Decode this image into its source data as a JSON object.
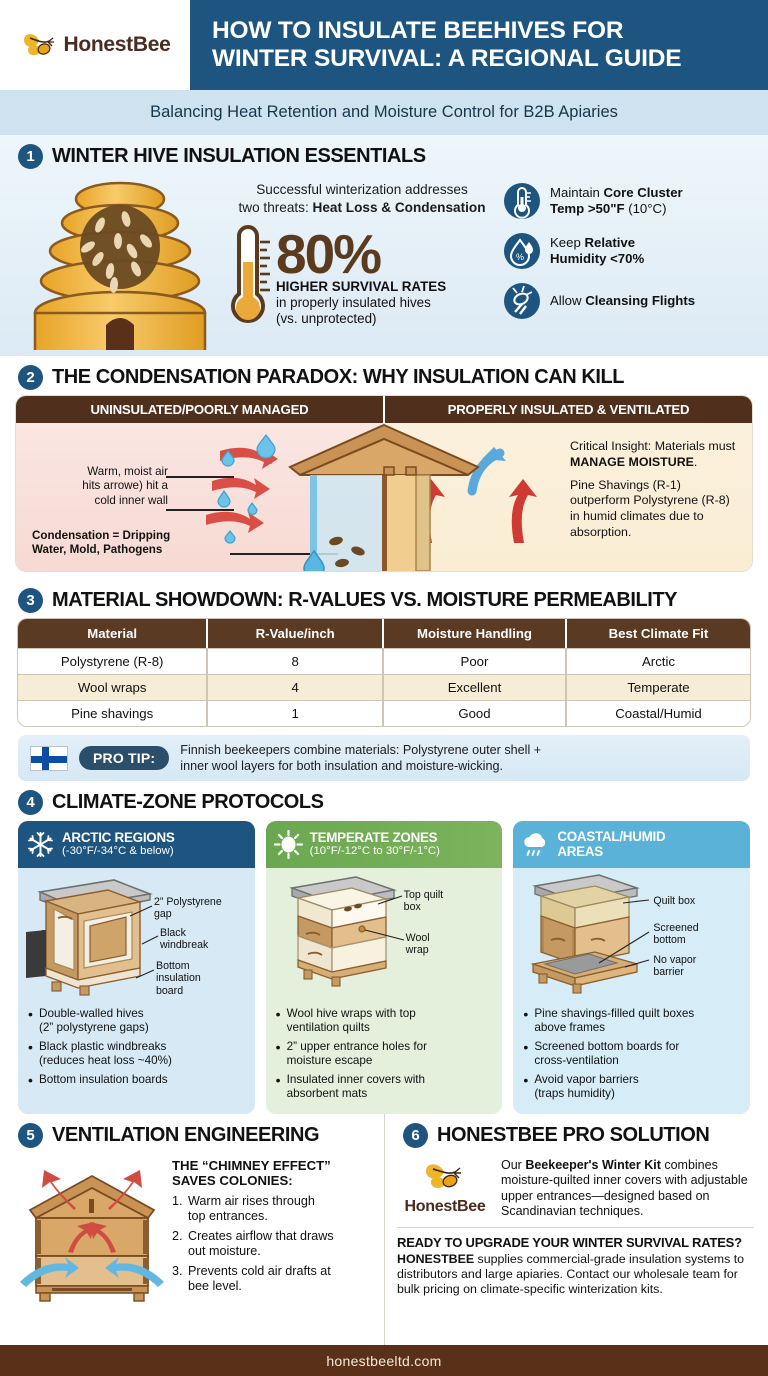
{
  "brand": {
    "name": "HonestBee",
    "logo_icon": "bee-logo-icon"
  },
  "header": {
    "title_line1": "HOW TO INSULATE BEEHIVES FOR",
    "title_line2": "WINTER SURVIVAL: A REGIONAL GUIDE",
    "subtitle": "Balancing Heat Retention and Moisture Control for B2B Apiaries",
    "bg_color": "#1d5580",
    "subtitle_bg": "#cfe2f0"
  },
  "section1": {
    "number": "1",
    "title": "WINTER HIVE INSULATION ESSENTIALS",
    "hive_icon": "bee-skep-hive-icon",
    "lead_plain": "Successful winterization addresses",
    "lead_plain2": "two threats: ",
    "lead_bold": "Heat Loss & Condensation",
    "thermometer_icon": "thermometer-icon",
    "stat_value": "80%",
    "stat_label": "HIGHER SURVIVAL RATES",
    "stat_sub_line1": "in properly insulated hives",
    "stat_sub_line2": "(vs. unprotected)",
    "bullets": [
      {
        "icon": "thermometer-icon",
        "plain": "Maintain ",
        "bold": "Core Cluster",
        "line2_bold": "Temp >50\"F",
        "line2_plain": " (10°C)"
      },
      {
        "icon": "humidity-droplet-icon",
        "plain": "Keep ",
        "bold": "Relative",
        "line2_bold": "Humidity <70%",
        "line2_plain": ""
      },
      {
        "icon": "bee-flight-icon",
        "plain": "Allow ",
        "bold": "Cleansing Flights",
        "line2_bold": "",
        "line2_plain": ""
      }
    ]
  },
  "section2": {
    "number": "2",
    "title": "THE CONDENSATION PARADOX: WHY INSULATION CAN KILL",
    "panel_left_header": "UNINSULATED/POORLY MANAGED",
    "panel_right_header": "PROPERLY INSULATED & VENTILATED",
    "label_warm_air": "Warm, moist air\nhits arrowe) hit a\ncold inner wall",
    "label_condensation": "Condensation = Dripping\nWater, Mold, Pathogens",
    "insight_plain1": "Critical Insight: Materials must ",
    "insight_bold": "MANAGE MOISTURE",
    "insight_plain2": ".",
    "insight_p2": "Pine Shavings (R-1) outperform Polystyrene (R-8) in humid climates due to absorption.",
    "header_bg": "#50301c",
    "left_bg": "#fae6e2",
    "right_bg": "#fbf0dc"
  },
  "section3": {
    "number": "3",
    "title": "MATERIAL SHOWDOWN: R-VALUES VS. MOISTURE PERMEABILITY",
    "table": {
      "headers": [
        "Material",
        "R-Value/inch",
        "Moisture Handling",
        "Best Climate Fit"
      ],
      "rows": [
        [
          "Polystyrene (R-8)",
          "8",
          "Poor",
          "Arctic"
        ],
        [
          "Wool wraps",
          "4",
          "Excellent",
          "Temperate"
        ],
        [
          "Pine shavings",
          "1",
          "Good",
          "Coastal/Humid"
        ]
      ]
    },
    "protip": {
      "flag_icon": "finland-flag-icon",
      "badge": "PRO TIP:",
      "text_line1": "Finnish beekeepers combine materials: Polystyrene outer shell +",
      "text_line2": "inner wool layers for both insulation and moisture-wicking."
    }
  },
  "section4": {
    "number": "4",
    "title": "CLIMATE-ZONE PROTOCOLS",
    "cards": [
      {
        "icon": "snowflake-icon",
        "title": "ARCTIC REGIONS",
        "subtitle": "(-30°F/-34°C & below)",
        "header_color": "#1d5580",
        "body_color": "#d7e9f5",
        "art_icon": "insulated-hive-arctic-icon",
        "callouts": [
          "2” Polystyrene\ngap",
          "Black\nwindbreak",
          "Bottom\ninsulation\nboard"
        ],
        "bullets": [
          "Double-walled hives\n(2” polystyrene gaps)",
          "Black plastic windbreaks\n(reduces heat loss ~40%)",
          "Bottom insulation boards"
        ]
      },
      {
        "icon": "sun-icon",
        "title": "TEMPERATE ZONES",
        "subtitle": "(10°F/-12°C to 30°F/-1°C)",
        "header_color": "#6aa84f",
        "body_color": "#e4efdc",
        "art_icon": "wool-wrapped-hive-icon",
        "callouts": [
          "Top quilt\nbox",
          "Wool\nwrap"
        ],
        "bullets": [
          "Wool hive wraps with top\nventilation quilts",
          "2” upper entrance holes for\nmoisture escape",
          "Insulated inner covers with\nabsorbent mats"
        ]
      },
      {
        "icon": "rain-cloud-icon",
        "title": "COASTAL/HUMID",
        "subtitle": "AREAS",
        "header_color": "#5bb2d9",
        "body_color": "#d6edf7",
        "art_icon": "screened-bottom-hive-icon",
        "callouts": [
          "Quilt box",
          "Screened\nbottom",
          "No vapor\nbarrier"
        ],
        "bullets": [
          "Pine shavings-filled quilt boxes\nabove frames",
          "Screened bottom boards for\ncross-ventilation",
          "Avoid vapor barriers\n(traps humidity)"
        ]
      }
    ]
  },
  "section5": {
    "number": "5",
    "title": "VENTILATION ENGINEERING",
    "art_icon": "chimney-effect-hive-icon",
    "heading_line1": "THE “CHIMNEY EFFECT”",
    "heading_line2": "SAVES COLONIES:",
    "steps": [
      "Warm air rises through\ntop entrances.",
      "Creates airflow that draws\nout moisture.",
      "Prevents cold air drafts at\nbee level."
    ]
  },
  "section6": {
    "number": "6",
    "title": "HONESTBEE PRO SOLUTION",
    "logo_icon": "bee-logo-icon",
    "logo_text": "HonestBee",
    "body_plain1": "Our ",
    "body_bold": "Beekeeper's Winter Kit",
    "body_plain2": " combines moisture-quilted inner covers with adjustable upper entrances—designed based on Scandinavian techniques.",
    "cta_heading": "READY TO UPGRADE YOUR WINTER SURVIVAL RATES?",
    "cta_bold": "HONESTBEE",
    "cta_body": " supplies commercial-grade insulation systems to distributors and large apiaries. Contact our wholesale team for bulk pricing on climate-specific winterization kits."
  },
  "footer": {
    "url": "honestbeeltd.com",
    "bg_color": "#5a3118"
  }
}
